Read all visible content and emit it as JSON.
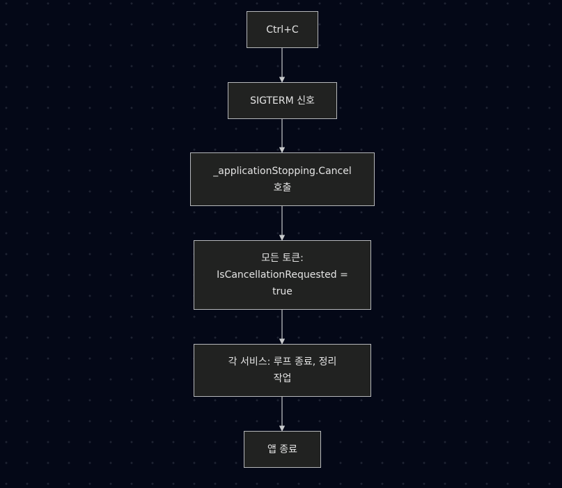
{
  "diagram": {
    "type": "flowchart",
    "direction": "top-to-bottom",
    "colors": {
      "background": "#040817",
      "node_fill": "#212221",
      "node_border": "#b7b9bc",
      "text": "#e4e4e4",
      "edge": "#c9cbcd"
    },
    "nodes": [
      {
        "id": "ctrlc",
        "lines": [
          "Ctrl+C"
        ]
      },
      {
        "id": "sigterm",
        "lines": [
          "SIGTERM 신호"
        ]
      },
      {
        "id": "cancel",
        "lines": [
          "_applicationStopping.Cancel",
          "호출"
        ]
      },
      {
        "id": "tokens",
        "lines": [
          "모든 토큰:",
          "IsCancellationRequested =",
          "true"
        ]
      },
      {
        "id": "services",
        "lines": [
          "각 서비스: 루프 종료, 정리",
          "작업"
        ]
      },
      {
        "id": "exit",
        "lines": [
          "앱 종료"
        ]
      }
    ],
    "edges": [
      {
        "from": "ctrlc",
        "to": "sigterm"
      },
      {
        "from": "sigterm",
        "to": "cancel"
      },
      {
        "from": "cancel",
        "to": "tokens"
      },
      {
        "from": "tokens",
        "to": "services"
      },
      {
        "from": "services",
        "to": "exit"
      }
    ]
  }
}
